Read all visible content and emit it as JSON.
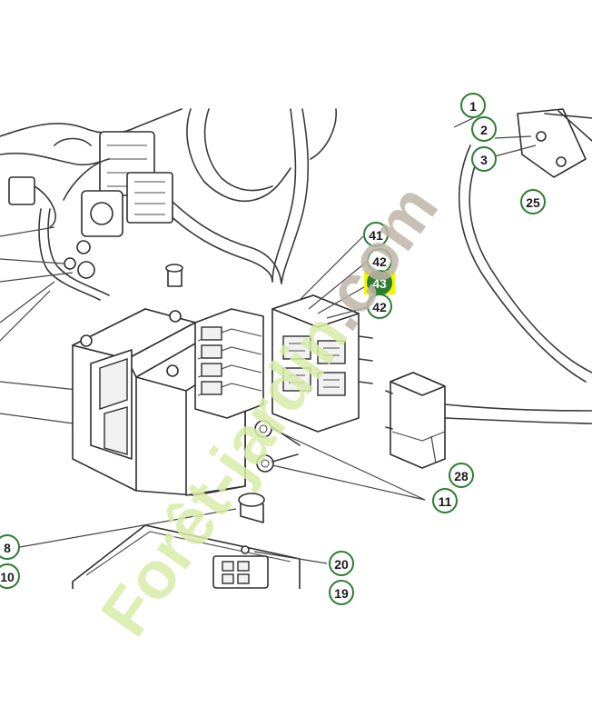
{
  "diagram": {
    "watermark": {
      "main": "Forêt-jardin",
      "suffix": ".com"
    },
    "callouts": [
      {
        "id": "c1",
        "label": "1",
        "active": false
      },
      {
        "id": "c2",
        "label": "2",
        "active": false
      },
      {
        "id": "c3",
        "label": "3",
        "active": false
      },
      {
        "id": "c25",
        "label": "25",
        "active": false
      },
      {
        "id": "c41",
        "label": "41",
        "active": false
      },
      {
        "id": "c42a",
        "label": "42",
        "active": false
      },
      {
        "id": "c43",
        "label": "43",
        "active": true
      },
      {
        "id": "c42b",
        "label": "42",
        "active": false
      },
      {
        "id": "c28",
        "label": "28",
        "active": false
      },
      {
        "id": "c11",
        "label": "11",
        "active": false
      },
      {
        "id": "c8",
        "label": "8",
        "active": false
      },
      {
        "id": "c10",
        "label": "10",
        "active": false
      },
      {
        "id": "c20",
        "label": "20",
        "active": false
      },
      {
        "id": "c19",
        "label": "19",
        "active": false
      }
    ],
    "colors": {
      "callout_ring": "#2e7d32",
      "highlight": "#f5f500",
      "watermark_green": "#d8eda8",
      "watermark_grey": "#bfb6a8"
    }
  }
}
